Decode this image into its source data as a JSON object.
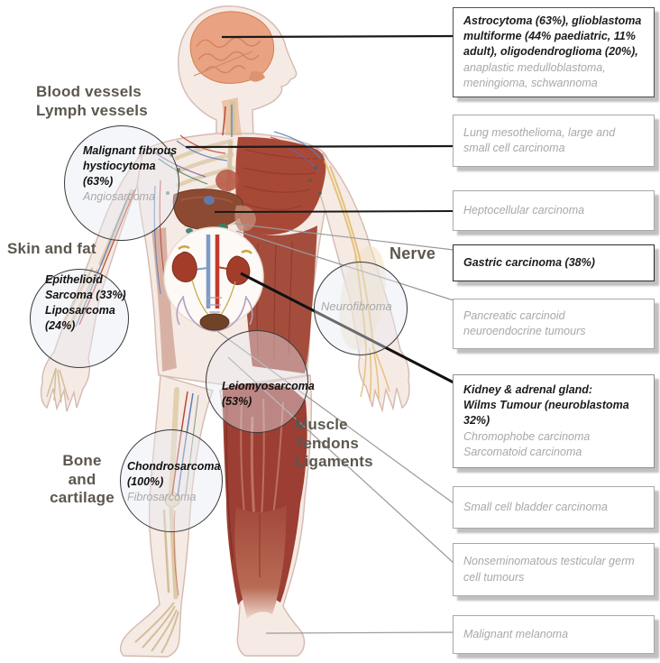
{
  "anatomy_labels": {
    "blood_lymph_line1": "Blood vessels",
    "blood_lymph_line2": "Lymph vessels",
    "skin_fat": "Skin and fat",
    "nerve": "Nerve",
    "muscle_line1": "Muscle",
    "muscle_line2": "Tendons",
    "muscle_line3": "Ligaments",
    "bone_line1": "Bone and",
    "bone_line2": "cartilage"
  },
  "circle_annotations": {
    "soft_tissue": {
      "bold": "Malignant fibrous hystiocytoma (63%)",
      "gray": "Angiosarcoma"
    },
    "skin": {
      "bold": "Epithelioid Sarcoma (33%) Liposarcoma (24%)"
    },
    "nerve": {
      "gray": "Neurofibroma"
    },
    "muscle": {
      "bold": "Leiomyosarcoma (53%)"
    },
    "bone": {
      "bold": "Chondrosarcoma (100%)",
      "gray": "Fibrosarcoma"
    }
  },
  "callout_boxes": [
    {
      "id": "brain",
      "bold": "Astrocytoma (63%), glioblastoma multiforme (44% paediatric, 11% adult), oligodendroglioma (20%),",
      "gray": "anaplastic medulloblastoma, meningioma, schwannoma"
    },
    {
      "id": "lung",
      "gray": "Lung mesothelioma, large and small cell carcinoma"
    },
    {
      "id": "liver",
      "gray": "Heptocellular carcinoma"
    },
    {
      "id": "stomach",
      "bold": "Gastric carcinoma (38%)"
    },
    {
      "id": "pancreas",
      "gray": "Pancreatic carcinoid neuroendocrine tumours"
    },
    {
      "id": "kidney",
      "bold_heading": "Kidney & adrenal gland:",
      "bold": "Wilms Tumour (neuroblastoma 32%)",
      "gray": "Chromophobe carcinoma",
      "gray2": "Sarcomatoid carcinoma"
    },
    {
      "id": "bladder",
      "gray": "Small cell bladder carcinoma"
    },
    {
      "id": "testis",
      "gray": "Nonseminomatous testicular germ cell tumours"
    },
    {
      "id": "melanoma",
      "gray": "Malignant melanoma"
    }
  ],
  "colors": {
    "emphasis_text": "#1c1c1c",
    "secondary_text": "#a8a8a8",
    "label_text": "#5c574e",
    "box_border": "#a8a8a8",
    "leader_line_dark": "#1a1a1a",
    "leader_line_light": "#9a9a9a"
  }
}
